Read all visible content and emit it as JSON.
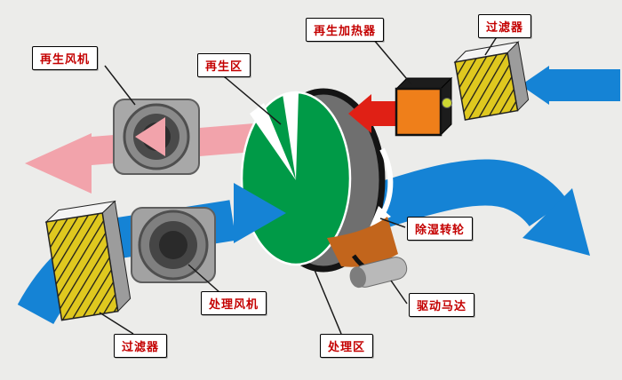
{
  "diagram": {
    "title_hint": "rotary-desiccant-dehumidifier-schematic",
    "labels": {
      "regen_fan": "再生风机",
      "regen_zone": "再生区",
      "regen_heater": "再生加热器",
      "filter_top": "过滤器",
      "wheel": "除湿转轮",
      "drive_motor": "驱动马达",
      "process_fan": "处理风机",
      "process_zone": "处理区",
      "filter_bottom": "过滤器"
    },
    "colors": {
      "background": "#ececea",
      "process_air": "#1583d5",
      "regen_air_out": "#f2a3ab",
      "heated_air": "#e02015",
      "wheel_face": "#009a47",
      "heater": "#ef7f1a",
      "filter": "#dfc81f",
      "label_text": "#c40000"
    }
  }
}
